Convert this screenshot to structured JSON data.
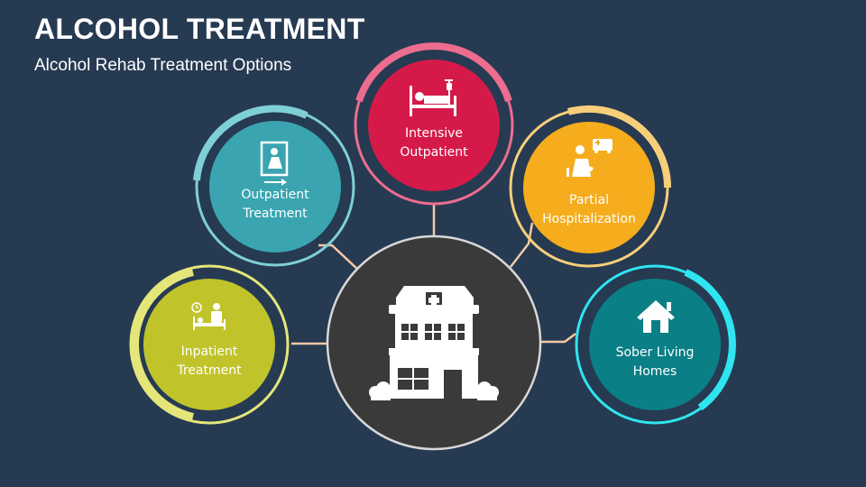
{
  "slide": {
    "title": "ALCOHOL TREATMENT",
    "subtitle": "Alcohol Rehab Treatment Options"
  },
  "colors": {
    "background": "#263a52",
    "hub": "#3a3a3a",
    "connector": "#f3c9a5",
    "inpatient": "#c0c42a",
    "inpatient_ring": "#e5e67a",
    "outpatient": "#3aa5b0",
    "outpatient_ring": "#7fcfd6",
    "intensive": "#d51a4a",
    "intensive_ring": "#ec6d8f",
    "partial": "#f5ad1d",
    "partial_ring": "#f7cf7a",
    "sober": "#0a7f86",
    "sober_ring": "#2ee5f0"
  },
  "options": [
    {
      "id": "inpatient",
      "line1": "Inpatient",
      "line2": "Treatment",
      "icon": "hospital-bed-nurse-icon"
    },
    {
      "id": "outpatient",
      "line1": "Outpatient",
      "line2": "Treatment",
      "icon": "patient-exit-icon"
    },
    {
      "id": "intensive",
      "line1": "Intensive",
      "line2": "Outpatient",
      "icon": "patient-iv-bed-icon"
    },
    {
      "id": "partial",
      "line1": "Partial",
      "line2": "Hospitalization",
      "icon": "injured-person-ambulance-icon"
    },
    {
      "id": "sober",
      "line1": "Sober Living",
      "line2": "Homes",
      "icon": "house-icon"
    }
  ],
  "hub": {
    "icon": "hospital-building-icon"
  }
}
